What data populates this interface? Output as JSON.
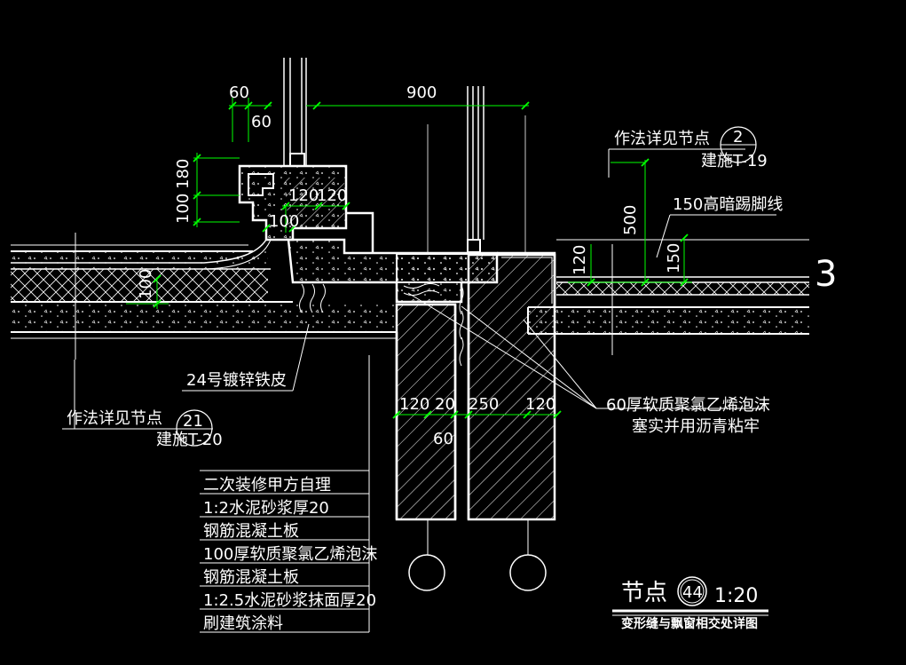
{
  "drawing": {
    "title_prefix": "节点",
    "title_number": "44",
    "title_scale": "1:20",
    "subtitle": "变形缝与飘窗相交处详图",
    "axis_label": "3"
  },
  "dimensions": {
    "d60_top": "60",
    "d60_bottom": "60",
    "d900": "900",
    "d180": "180",
    "d100_left": "100",
    "d120_left": "120",
    "d120_right": "120",
    "d100_mid": "100",
    "d100_slab": "100",
    "d500": "500",
    "d120_step": "120",
    "d150": "150",
    "b_120a": "120",
    "b_20a": "20",
    "b_250": "250",
    "b_120b": "120",
    "b_60": "60"
  },
  "callouts": {
    "ref_top_text": "作法详见节点",
    "ref_top_num": "2",
    "ref_top_sheet": "建施T-19",
    "skirting": "150高暗踢脚线",
    "galvanized": "24号镀锌铁皮",
    "ref_left_text": "作法详见节点",
    "ref_left_num": "21",
    "ref_left_sheet": "建施T-20",
    "foam_line1": "60厚软质聚氯乙烯泡沫",
    "foam_line2": "塞实并用沥青粘牢"
  },
  "layers": [
    "二次装修甲方自理",
    "1:2水泥砂浆厚20",
    "钢筋混凝土板",
    "100厚软质聚氯乙烯泡沫",
    "钢筋混凝土板",
    "1:2.5水泥砂浆抹面厚20",
    "刷建筑涂料"
  ],
  "colors": {
    "background": "#000000",
    "line": "#ffffff",
    "dimension": "#00ff00"
  }
}
